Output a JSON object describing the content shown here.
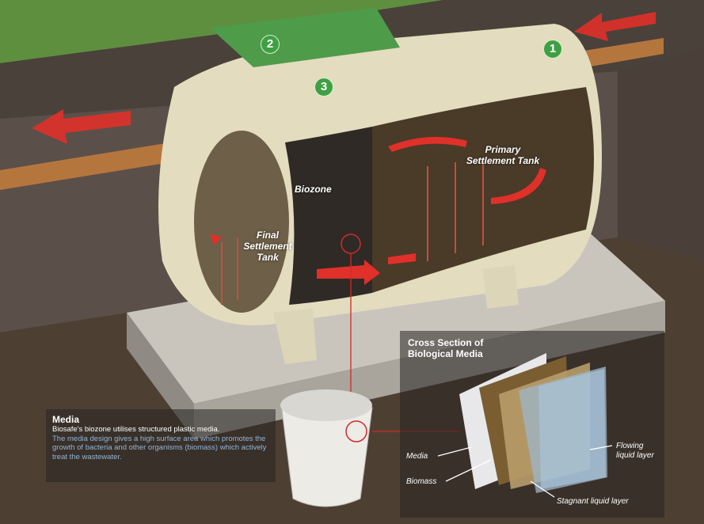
{
  "markers": [
    "1",
    "2",
    "3"
  ],
  "labels": {
    "primary": "Primary Settlement Tank",
    "biozone": "Biozone",
    "final": "Final Settlement Tank"
  },
  "media_panel": {
    "title": "Media",
    "line1": "Biosafe's biozone utilises structured plastic media.",
    "line2": "The media design gives a high surface area which promotes the growth of bacteria and other organisms (biomass) which actively treat the wastewater."
  },
  "cross_section": {
    "title": "Cross Section of Biological Media",
    "media": "Media",
    "biomass": "Biomass",
    "flowing": "Flowing liquid layer",
    "stagnant": "Stagnant liquid layer"
  },
  "colors": {
    "arrow": "#e0302a",
    "marker": "#3fa043",
    "highlight_text": "#8fb6d8"
  }
}
